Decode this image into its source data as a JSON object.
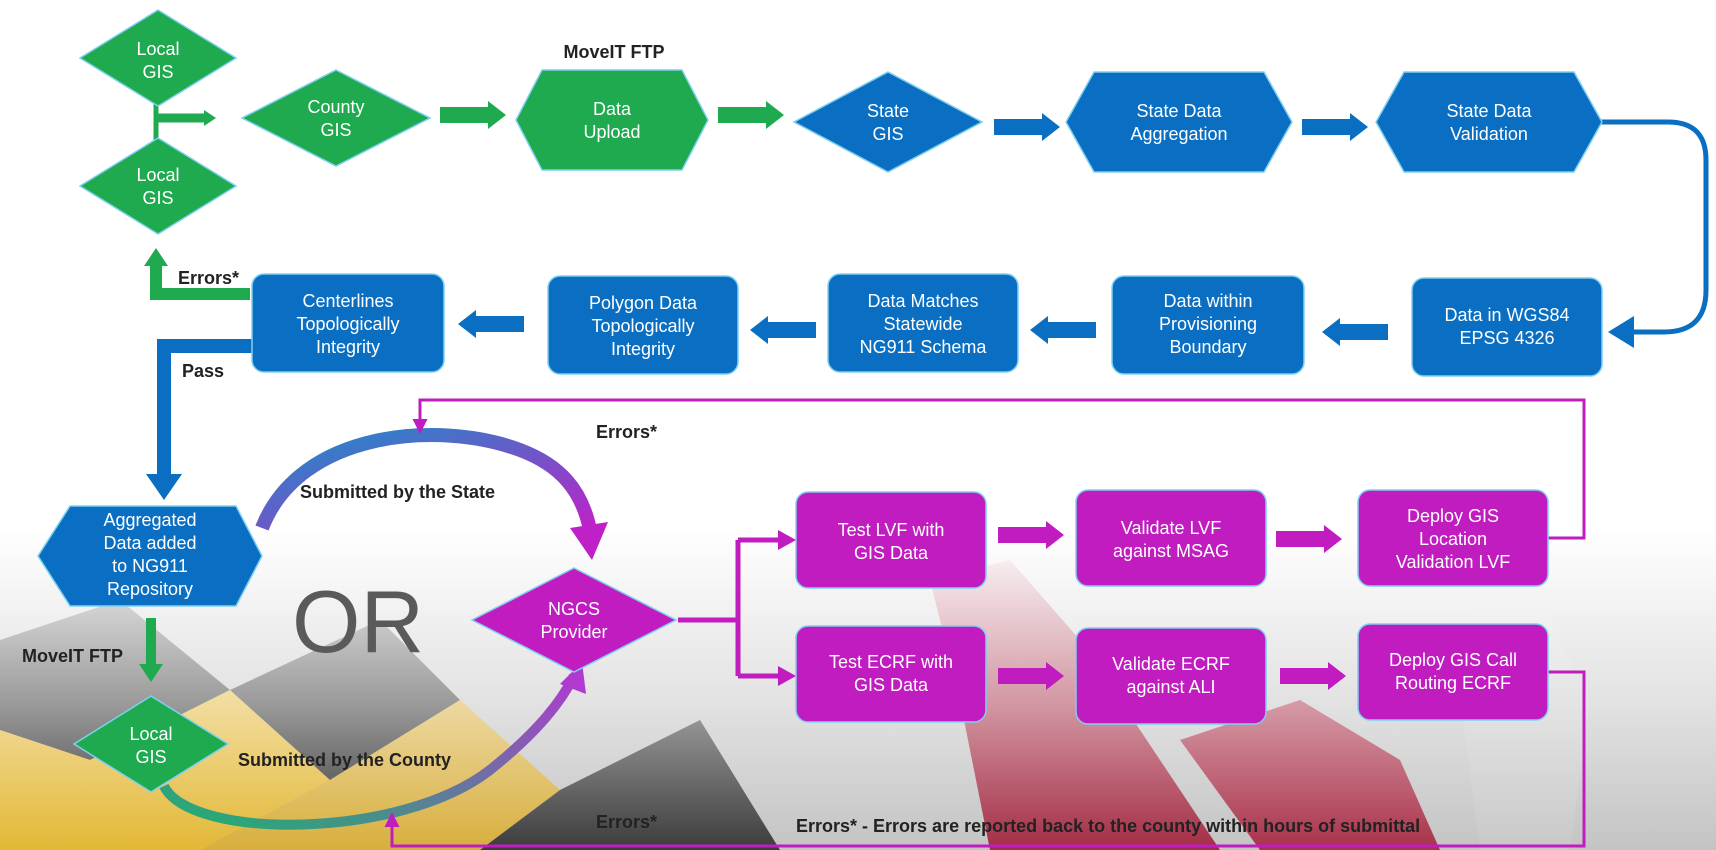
{
  "colors": {
    "green": "#1faa4f",
    "blue": "#0a6fc2",
    "purple": "#c01cc0",
    "node_stroke": "#7fd0f0"
  },
  "labels": {
    "moveit_top": "MoveIT FTP",
    "errors_left": "Errors*",
    "pass": "Pass",
    "errors_mid": "Errors*",
    "submitted_state": "Submitted by the State",
    "or": "OR",
    "moveit_bottom": "MoveIT FTP",
    "submitted_county": "Submitted by the County",
    "errors_bottom": "Errors*",
    "footnote": "Errors* - Errors are reported back to the county within hours of submittal"
  },
  "nodes": [
    {
      "id": "local-gis-top",
      "lines": [
        "Local",
        "GIS"
      ],
      "color": "green"
    },
    {
      "id": "local-gis-mid",
      "lines": [
        "Local",
        "GIS"
      ],
      "color": "green"
    },
    {
      "id": "county-gis",
      "lines": [
        "County",
        "GIS"
      ],
      "color": "green"
    },
    {
      "id": "data-upload",
      "lines": [
        "Data",
        "Upload"
      ],
      "color": "green"
    },
    {
      "id": "state-gis",
      "lines": [
        "State",
        "GIS"
      ],
      "color": "blue"
    },
    {
      "id": "state-data-aggregation",
      "lines": [
        "State Data",
        "Aggregation"
      ],
      "color": "blue"
    },
    {
      "id": "state-data-validation",
      "lines": [
        "State Data",
        "Validation"
      ],
      "color": "blue"
    },
    {
      "id": "data-in-wgs84",
      "lines": [
        "Data in WGS84",
        "EPSG 4326"
      ],
      "color": "blue"
    },
    {
      "id": "data-within-boundary",
      "lines": [
        "Data within",
        "Provisioning",
        "Boundary"
      ],
      "color": "blue"
    },
    {
      "id": "data-matches-schema",
      "lines": [
        "Data Matches",
        "Statewide",
        "NG911 Schema"
      ],
      "color": "blue"
    },
    {
      "id": "polygon-data",
      "lines": [
        "Polygon Data",
        "Topologically",
        "Integrity"
      ],
      "color": "blue"
    },
    {
      "id": "centerlines",
      "lines": [
        "Centerlines",
        "Topologically",
        "Integrity"
      ],
      "color": "blue"
    },
    {
      "id": "aggregated-data",
      "lines": [
        "Aggregated",
        "Data added",
        "to NG911",
        "Repository"
      ],
      "color": "blue"
    },
    {
      "id": "local-gis-bottom",
      "lines": [
        "Local",
        "GIS"
      ],
      "color": "green"
    },
    {
      "id": "ngcs-provider",
      "lines": [
        "NGCS",
        "Provider"
      ],
      "color": "purple"
    },
    {
      "id": "test-lvf",
      "lines": [
        "Test LVF with",
        "GIS Data"
      ],
      "color": "purple"
    },
    {
      "id": "validate-lvf",
      "lines": [
        "Validate LVF",
        "against MSAG"
      ],
      "color": "purple"
    },
    {
      "id": "deploy-lvf",
      "lines": [
        "Deploy GIS",
        "Location",
        "Validation LVF"
      ],
      "color": "purple"
    },
    {
      "id": "test-ecrf",
      "lines": [
        "Test ECRF with",
        "GIS Data"
      ],
      "color": "purple"
    },
    {
      "id": "validate-ecrf",
      "lines": [
        "Validate ECRF",
        "against ALI"
      ],
      "color": "purple"
    },
    {
      "id": "deploy-ecrf",
      "lines": [
        "Deploy GIS Call",
        "Routing ECRF"
      ],
      "color": "purple"
    }
  ]
}
